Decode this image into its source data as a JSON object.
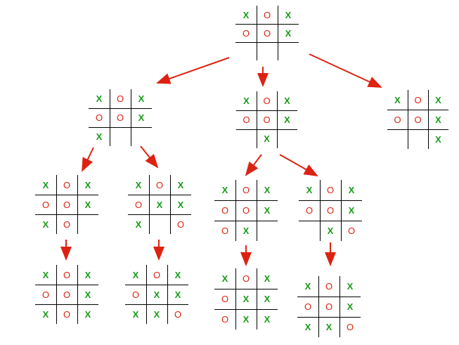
{
  "colors": {
    "x_mark": "#1a9a1a",
    "o_mark": "#dd2211",
    "grid": "#000000",
    "arrow": "#dd2211"
  },
  "boards": [
    {
      "id": "root",
      "cells": [
        "X",
        "O",
        "X",
        "O",
        "O",
        "X",
        "",
        "",
        ""
      ]
    },
    {
      "id": "l1-left",
      "cells": [
        "X",
        "O",
        "X",
        "O",
        "O",
        "X",
        "X",
        "",
        ""
      ]
    },
    {
      "id": "l1-mid",
      "cells": [
        "X",
        "O",
        "X",
        "O",
        "O",
        "X",
        "",
        "X",
        ""
      ]
    },
    {
      "id": "l1-right",
      "cells": [
        "X",
        "O",
        "X",
        "O",
        "O",
        "X",
        "",
        "",
        "X"
      ]
    },
    {
      "id": "l2-a",
      "cells": [
        "X",
        "O",
        "X",
        "O",
        "O",
        "X",
        "X",
        "O",
        ""
      ]
    },
    {
      "id": "l2-b",
      "cells": [
        "X",
        "O",
        "X",
        "O",
        "X",
        "X",
        "X",
        "",
        "O"
      ]
    },
    {
      "id": "l2-c",
      "cells": [
        "X",
        "O",
        "X",
        "O",
        "O",
        "X",
        "O",
        "X",
        ""
      ]
    },
    {
      "id": "l2-d",
      "cells": [
        "X",
        "O",
        "X",
        "O",
        "O",
        "X",
        "",
        "X",
        "O"
      ]
    },
    {
      "id": "l3-a",
      "cells": [
        "X",
        "O",
        "X",
        "O",
        "O",
        "X",
        "X",
        "O",
        "X"
      ]
    },
    {
      "id": "l3-b",
      "cells": [
        "X",
        "O",
        "X",
        "O",
        "X",
        "X",
        "X",
        "X",
        "O"
      ]
    },
    {
      "id": "l3-c",
      "cells": [
        "X",
        "O",
        "X",
        "O",
        "X",
        "X",
        "O",
        "X",
        "X"
      ]
    },
    {
      "id": "l3-d",
      "cells": [
        "X",
        "O",
        "X",
        "O",
        "O",
        "X",
        "X",
        "X",
        "O"
      ]
    }
  ],
  "edges": [
    [
      "root",
      "l1-left"
    ],
    [
      "root",
      "l1-mid"
    ],
    [
      "root",
      "l1-right"
    ],
    [
      "l1-left",
      "l2-a"
    ],
    [
      "l1-left",
      "l2-b"
    ],
    [
      "l1-mid",
      "l2-c"
    ],
    [
      "l1-mid",
      "l2-d"
    ],
    [
      "l2-a",
      "l3-a"
    ],
    [
      "l2-b",
      "l3-b"
    ],
    [
      "l2-c",
      "l3-c"
    ],
    [
      "l2-d",
      "l3-d"
    ]
  ]
}
